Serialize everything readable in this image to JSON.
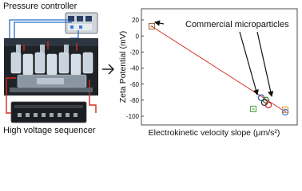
{
  "setup": {
    "pressure_controller_label": "Pressure controller",
    "high_voltage_label": "High voltage sequencer"
  },
  "chart_data": {
    "type": "scatter",
    "ylabel": "Zeta Potential (mV)",
    "xlabel": "Electrokinetic velocity slope (μm/s²)",
    "ylim": [
      -100,
      20
    ],
    "yticks": [
      20,
      0,
      -20,
      -40,
      -60,
      -80,
      -100
    ],
    "grid": false,
    "annotation": "Commercial microparticles",
    "fit_line": {
      "color": "#d42b1e",
      "y_start": 12,
      "y_end": -95
    },
    "points": [
      {
        "y": 12,
        "shape": "square",
        "color": "#9a6a3a"
      },
      {
        "y": -77,
        "shape": "circle",
        "color": "#3a5fb8"
      },
      {
        "y": -80,
        "shape": "circle",
        "color": "#2f8a4a"
      },
      {
        "y": -83,
        "shape": "circle",
        "color": "#333333"
      },
      {
        "y": -86,
        "shape": "circle",
        "color": "#cc2b2b"
      },
      {
        "y": -91,
        "shape": "square",
        "color": "#59a84a"
      },
      {
        "y": -92,
        "shape": "square",
        "color": "#e69a30"
      },
      {
        "y": -95,
        "shape": "circle",
        "color": "#4a7fd4"
      }
    ],
    "colors": {
      "axis": "#222222",
      "arrow": "#111111",
      "wire_red": "#d42b1e",
      "wire_blue": "#2a6fc9"
    }
  }
}
